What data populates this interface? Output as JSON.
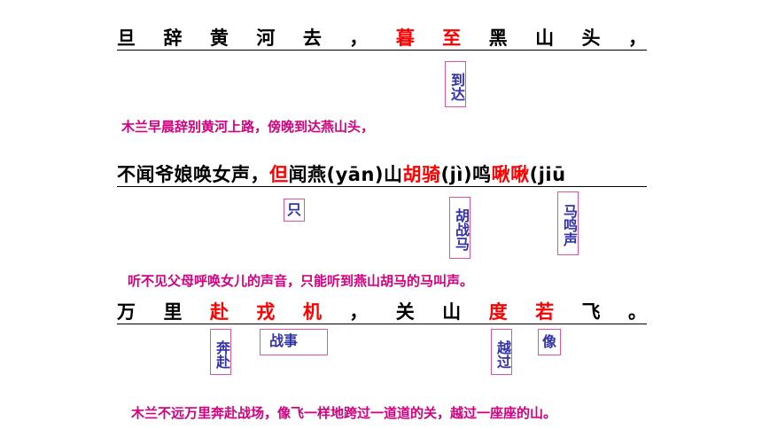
{
  "line1": [
    "旦",
    "辞",
    "黄",
    "河",
    "去",
    "，",
    "暮",
    "至",
    "黑",
    "山",
    "头",
    "，"
  ],
  "gloss1": "到达",
  "trans1": "木兰早晨辞别黄河上路，傍晚到达燕山头，",
  "line2": {
    "p1": "不闻爷娘唤女声，",
    "p2": "但",
    "p3": "闻燕(yān)山",
    "p4": "胡骑",
    "p5": "(jì)鸣",
    "p6": "啾啾",
    "p7": "(jiū"
  },
  "gloss2": [
    "只",
    "胡战马",
    "马鸣声"
  ],
  "trans2": "听不见父母呼唤女儿的声音，只能听到燕山胡马的马叫声。",
  "line3": [
    "万",
    "里",
    "赴",
    "戎",
    "机",
    "，",
    "关",
    "山",
    "度",
    "若",
    "飞",
    "。"
  ],
  "gloss3": [
    "奔赴",
    "战事",
    "越过",
    "像"
  ],
  "trans3": "木兰不远万里奔赴战场，像飞一样地跨过一道道的关，越过一座座的山。"
}
